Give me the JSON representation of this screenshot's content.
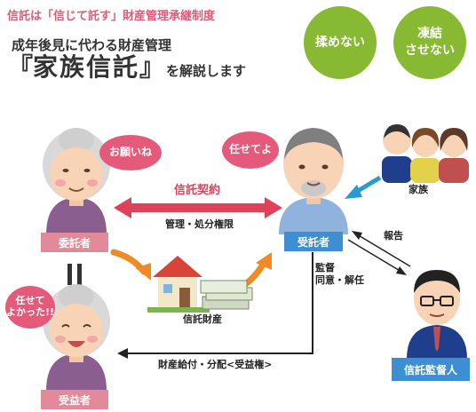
{
  "header": {
    "tagline": "信託は「信じて託す」財産管理承継制度",
    "subtitle": "成年後見に代わる財産管理",
    "title_open": "『",
    "title_words": "家族信託",
    "title_close": "』",
    "title_suffix": "を解説します"
  },
  "badges": [
    {
      "line1": "揉めない",
      "line2": ""
    },
    {
      "line1": "凍結",
      "line2": "させない"
    }
  ],
  "bubbles": {
    "request": "お願いね",
    "leave_it": "任せてよ",
    "glad_line1": "任せて",
    "glad_line2": "よかった!!"
  },
  "roles": {
    "settlor": "委託者",
    "trustee": "受託者",
    "beneficiary": "受益者",
    "supervisor": "信託監督人"
  },
  "relations": {
    "contract": "信託契約",
    "admin": "管理・処分権限",
    "family": "家族",
    "report": "報告",
    "oversight_line1": "監督",
    "oversight_line2": "同意・解任",
    "property": "信託財産",
    "benefit": "財産給付・分配<受益権>"
  },
  "icons": {
    "equals": "equals-icon",
    "house": "house-icon",
    "money": "money-stack-icon"
  },
  "colors": {
    "pink_text": "#e15a78",
    "badge_green": "#88b932",
    "bubble_pink": "#e55a7a",
    "role_pink": "#e28a99",
    "role_blue": "#3d8fd1",
    "contract_red": "#e0405a",
    "orange_arrow": "#f08a24"
  }
}
